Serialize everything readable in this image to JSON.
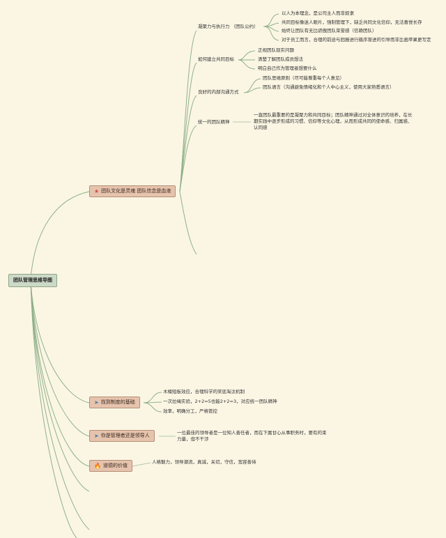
{
  "root": "团队管理思维导图",
  "topics": [
    {
      "label": "团队文化是灵魂 团队信念是血液",
      "icon": "star-icon",
      "sub": [
        {
          "label": "凝聚力与执行力 （团队公约）",
          "items": [
            "以人为本理念，是公司主人而非奴隶",
            "共同目标像迷人眼片，强制管理下，缺乏共同文化信仰，无法喜悦长存",
            "始终让团队有无比骄傲团队荣誉感（信赖团队）",
            "对于员工而言，合理的前途与回报进行循序渐进的引导而非比画苹果更写定"
          ]
        },
        {
          "label": "如何建立共同目标",
          "items": [
            "正视团队现实问题",
            "清楚了解团队成员想法",
            "明白自己作为管理者想要什么"
          ]
        },
        {
          "label": "良好的内部沟通方式",
          "items": [
            "团队思维原则（尽可能尊重每个人意见）",
            "团队语言（沟通避免情绪化和个人中心主义，使用大家熟悉语言）"
          ]
        },
        {
          "label": "统一的团队精神",
          "items": [
            "一直团队最重要的是凝聚力和共同目标；团队精神通过对全体意识的培养，在长期实践中逐步形成的习惯、信仰等文化心理，从而形成共同的使命感、归属感、认同感"
          ]
        }
      ]
    },
    {
      "label": "找到制度的基础",
      "icon": "send-icon",
      "items": [
        "木桶短板效应，合理科学的奖惩淘汰机制",
        "一次拉绳实验，2+2=5也能2+2=3，对应统一团队精神",
        "效率，明确分工，严格管控"
      ]
    },
    {
      "label": "你是管理者还是领导人",
      "icon": "send-icon",
      "items": [
        "一位最佳的领导者是一位知人善任者，而在下属甘心从事职务时，要有的束力量，但不干涉"
      ]
    },
    {
      "label": "道德的价值",
      "icon": "fire-icon",
      "items": [
        "人格魅力，领导潮流，真诚，关切，守信，宽容善待"
      ]
    }
  ]
}
